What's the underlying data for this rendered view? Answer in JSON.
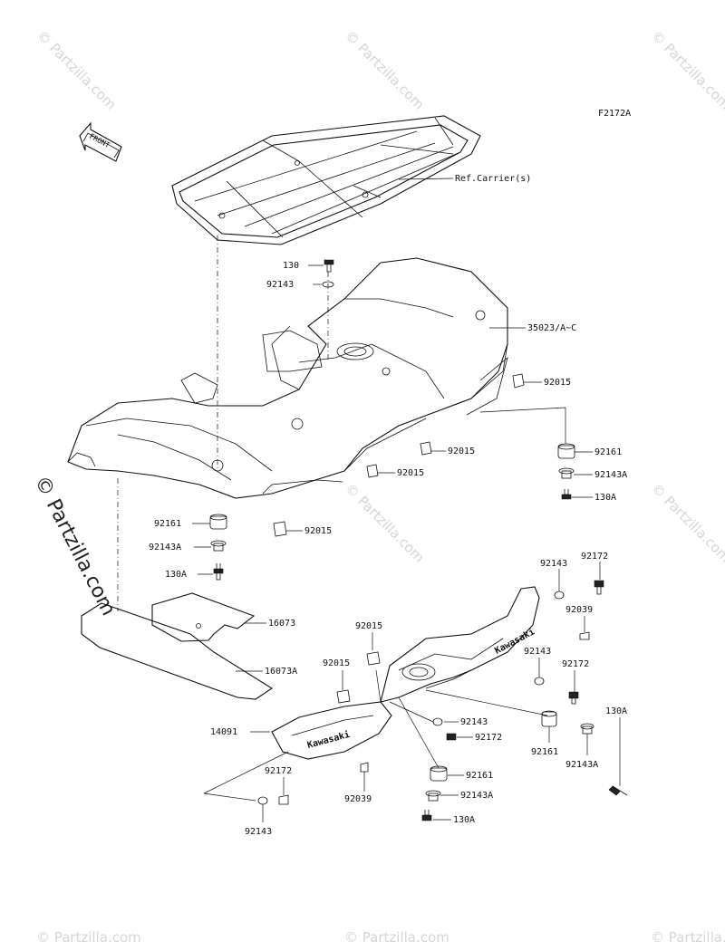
{
  "diagram": {
    "code": "F2172A",
    "front_label": "FRONT",
    "logo_text": "Kawasaki",
    "watermark_text": "© Partzilla.com",
    "watermark_big": "© Partzilla.com",
    "ref_carrier": "Ref.Carrier(s)",
    "labels": {
      "l130_top": "130",
      "l92143_top": "92143",
      "l35023": "35023/A~C",
      "l92015_r": "92015",
      "l92015_m": "92015",
      "l92015_l": "92015",
      "l92015_b": "92015",
      "l92161_r": "92161",
      "l92143A_r": "92143A",
      "l130A_r": "130A",
      "l92161_l": "92161",
      "l92143A_l": "92143A",
      "l130A_l": "130A",
      "l16073": "16073",
      "l16073A": "16073A",
      "l92143_g1": "92143",
      "l92172_g1": "92172",
      "l92039_g1": "92039",
      "l92015_g1": "92015",
      "l92015_g2": "92015",
      "l92143_g2": "92143",
      "l92172_g2": "92172",
      "l130A_g": "130A",
      "l92143_g3": "92143",
      "l92172_g3": "92172",
      "l92161_g": "92161",
      "l92143A_g": "92143A",
      "l14091": "14091",
      "l92161_g2": "92161",
      "l92143A_g2": "92143A",
      "l130A_g2": "130A",
      "l92172_bl": "92172",
      "l92039_bl": "92039",
      "l92143_bl": "92143"
    }
  }
}
